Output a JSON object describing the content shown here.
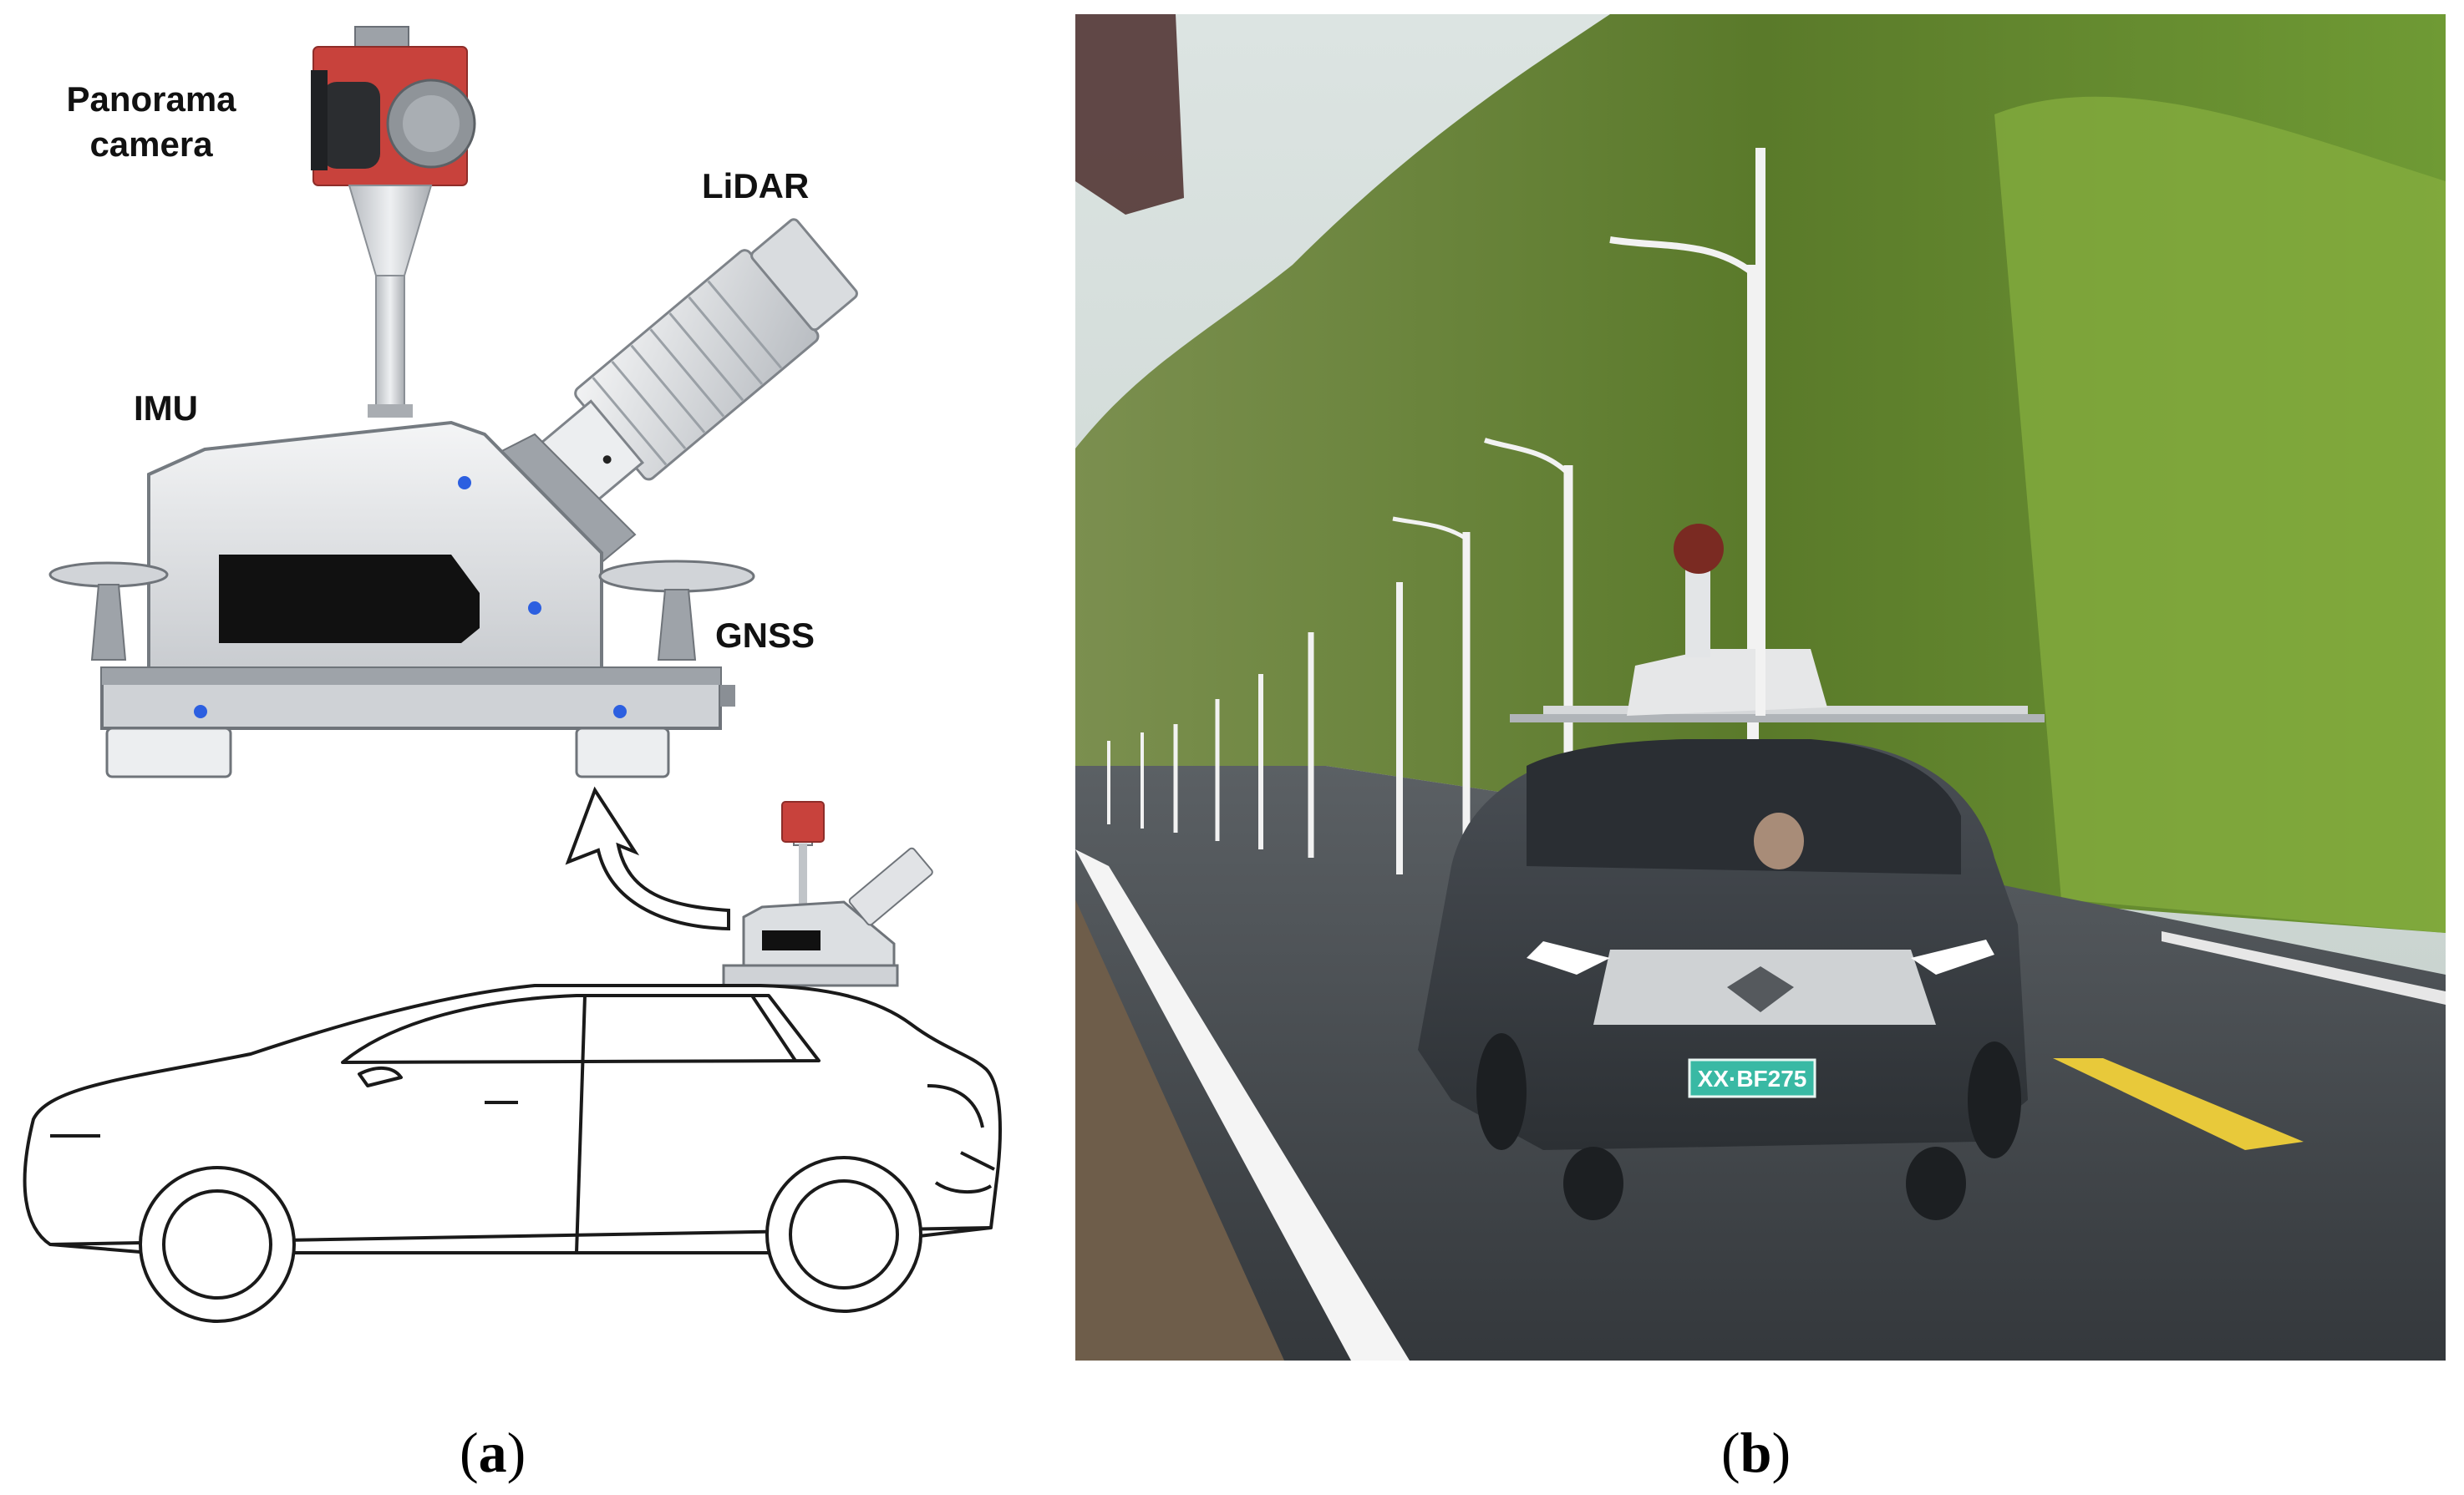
{
  "figure": {
    "panel_a": {
      "labels": {
        "panorama_camera_line1": "Panorama",
        "panorama_camera_line2": "camera",
        "lidar": "LiDAR",
        "imu": "IMU",
        "gnss": "GNSS"
      },
      "caption": "a"
    },
    "panel_b": {
      "license_plate": "XX·BF275",
      "caption": "b"
    }
  },
  "colors": {
    "camera_red": "#c8423c",
    "device_body": "#dfe1e4",
    "device_dark": "#1a1a1a",
    "road": "#3f4448",
    "foliage": "#5f7f2c",
    "sky": "#c9d4d3",
    "car_body": "#3a3f45",
    "lane_yellow": "#e8c93a",
    "plate_teal": "#39b9a4"
  }
}
